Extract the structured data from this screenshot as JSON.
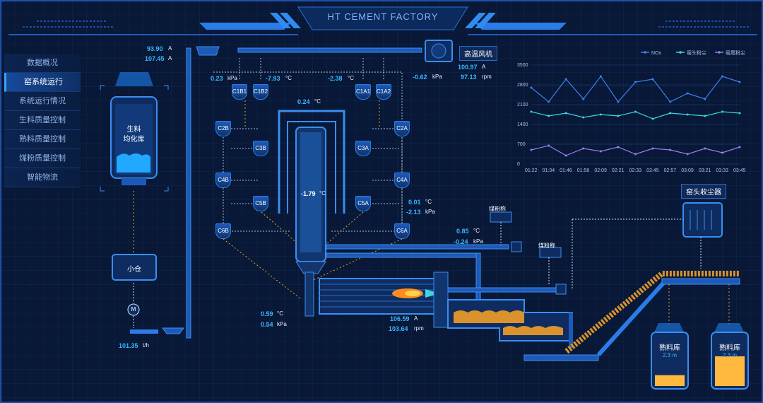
{
  "header": {
    "title": "HT CEMENT FACTORY"
  },
  "sidebar": {
    "items": [
      {
        "label": "数据概况"
      },
      {
        "label": "窑系统运行",
        "active": true
      },
      {
        "label": "系统运行情况"
      },
      {
        "label": "生料质量控制"
      },
      {
        "label": "熟料质量控制"
      },
      {
        "label": "煤粉质量控制"
      },
      {
        "label": "智能物流"
      }
    ]
  },
  "raw_silo": {
    "label_line1": "生料",
    "label_line2": "均化库",
    "current_a": "93.90",
    "current_b": "107.45",
    "unit_a": "A"
  },
  "small_bin": {
    "label": "小仓",
    "flow": "101.35",
    "flow_unit": "t/h",
    "motor_label": "M"
  },
  "fan": {
    "label": "高温风机",
    "pressure": "-0.62",
    "pressure_unit": "kPa",
    "current": "100.97",
    "current_unit": "A",
    "speed": "97.13",
    "speed_unit": "rpm"
  },
  "preheater": {
    "cyclones": [
      "C1B1",
      "C1B2",
      "C1A1",
      "C1A2",
      "C2B",
      "C2A",
      "C3B",
      "C3A",
      "C4B",
      "C4A",
      "C5B",
      "C5A",
      "C6B",
      "C6A"
    ],
    "p_left": "0.23",
    "p_left_unit": "kPa",
    "t_left": "-7.93",
    "t_unit": "°C",
    "t_right": "-2.38",
    "t_top": "0.24",
    "t_calciner": "-1.79",
    "t_c5a": "0.01",
    "p_c5a": "-2.13",
    "t_duct": "0.85",
    "p_duct": "-0.24",
    "t_kiln_inlet": "0.59",
    "p_kiln_inlet": "0.54",
    "p_unit": "kPa"
  },
  "kiln": {
    "current": "106.59",
    "current_unit": "A",
    "speed": "103.64",
    "speed_unit": "rpm"
  },
  "coal": {
    "label1": "煤粉称",
    "label2": "煤粉称"
  },
  "dust": {
    "label": "窑头收尘器"
  },
  "clinker_silos": [
    {
      "label": "熟料库",
      "level": "2.3 m",
      "fill": 0.22
    },
    {
      "label": "熟料库",
      "level": "2.3 m",
      "fill": 0.6
    }
  ],
  "colors": {
    "nox": "#3e7ff0",
    "head_dust": "#3ed5e0",
    "tail_dust": "#9a7ff0",
    "accent": "#39b7ff"
  },
  "chart_data": {
    "type": "line",
    "x": [
      "01:22",
      "01:34",
      "01:46",
      "01:58",
      "02:09",
      "02:21",
      "02:33",
      "02:45",
      "02:57",
      "03:09",
      "03:21",
      "03:33",
      "03:45"
    ],
    "ylim": [
      0,
      3500
    ],
    "yticks": [
      0,
      700,
      1400,
      2100,
      2800,
      3500
    ],
    "legend_position": "top-right",
    "grid": true,
    "series": [
      {
        "name": "NOx",
        "values": [
          2700,
          2200,
          3000,
          2300,
          3100,
          2200,
          2900,
          3000,
          2200,
          2500,
          2300,
          3100,
          2900
        ]
      },
      {
        "name": "窑头粉尘",
        "values": [
          1850,
          1700,
          1800,
          1650,
          1750,
          1700,
          1850,
          1600,
          1800,
          1750,
          1700,
          1850,
          1800
        ]
      },
      {
        "name": "窑尾粉尘",
        "values": [
          500,
          650,
          300,
          550,
          450,
          600,
          350,
          550,
          500,
          350,
          550,
          400,
          600
        ]
      }
    ]
  }
}
